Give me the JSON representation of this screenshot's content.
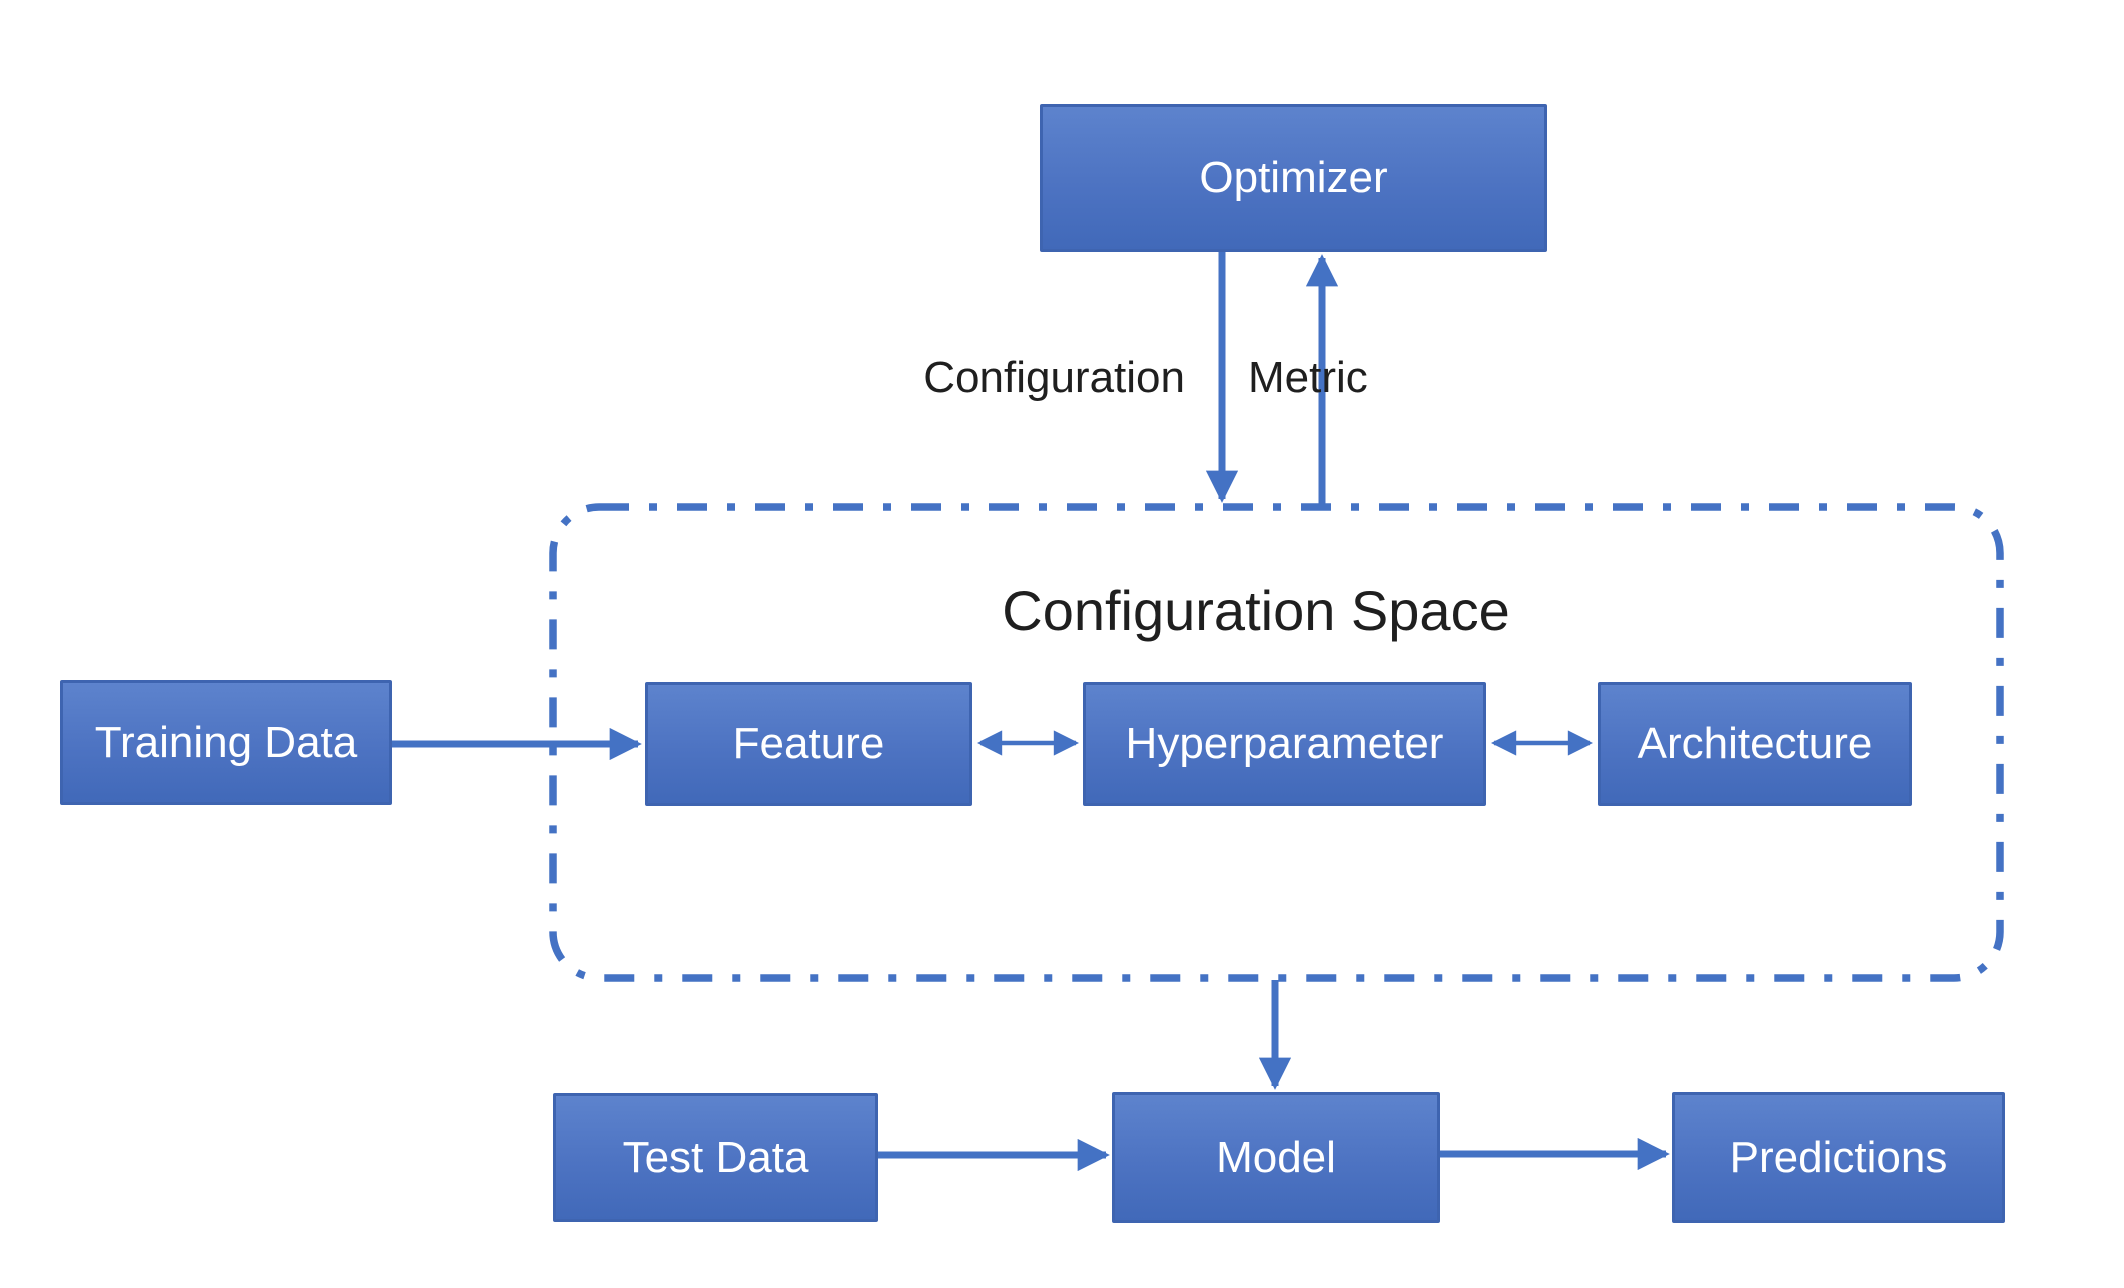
{
  "diagram": {
    "title": "Configuration Space",
    "nodes": {
      "optimizer": {
        "label": "Optimizer"
      },
      "training_data": {
        "label": "Training Data"
      },
      "feature": {
        "label": "Feature"
      },
      "hyperparameter": {
        "label": "Hyperparameter"
      },
      "architecture": {
        "label": "Architecture"
      },
      "test_data": {
        "label": "Test Data"
      },
      "model": {
        "label": "Model"
      },
      "predictions": {
        "label": "Predictions"
      }
    },
    "edge_labels": {
      "configuration": "Configuration",
      "metric": "Metric"
    },
    "edges": [
      {
        "from": "optimizer",
        "to": "configuration_space",
        "label": "Configuration",
        "direction": "down"
      },
      {
        "from": "configuration_space",
        "to": "optimizer",
        "label": "Metric",
        "direction": "up"
      },
      {
        "from": "training_data",
        "to": "feature",
        "label": ""
      },
      {
        "from": "feature",
        "to": "hyperparameter",
        "bidirectional": true
      },
      {
        "from": "hyperparameter",
        "to": "architecture",
        "bidirectional": true
      },
      {
        "from": "configuration_space",
        "to": "model",
        "label": ""
      },
      {
        "from": "test_data",
        "to": "model",
        "label": ""
      },
      {
        "from": "model",
        "to": "predictions",
        "label": ""
      }
    ],
    "colors": {
      "node_fill_top": "#5d83cd",
      "node_fill_bottom": "#4169b9",
      "node_border": "#3e64b0",
      "arrow": "#4472c4",
      "boundary": "#4472c4",
      "node_text": "#ffffff",
      "label_text": "#1f1f1f",
      "background": "#ffffff"
    }
  }
}
